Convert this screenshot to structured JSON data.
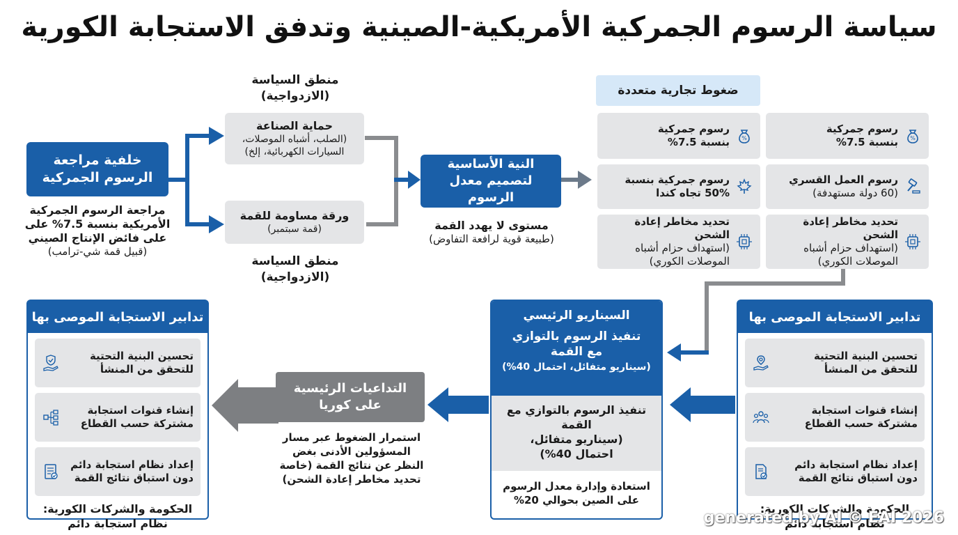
{
  "title": "سياسة الرسوم الجمركية الأمريكية-الصينية وتدفق الاستجابة الكورية",
  "background": {
    "box": "خلفية مراجعة الرسوم الجمركية",
    "desc_line1": "مراجعة الرسوم الجمركية",
    "desc_line2": "الأمريكية بنسبة 7.5% على",
    "desc_line3": "على فائض الإنتاج الصيني",
    "desc_line4": "(قبيل قمة شي-ترامب)"
  },
  "policy_logic_top": {
    "line1": "منطق السياسة",
    "line2": "(الازدواجية)"
  },
  "policy_logic_bottom": {
    "line1": "منطق السياسة",
    "line2": "(الازدواجية)"
  },
  "industry_protection": {
    "title": "حماية الصناعة",
    "line1": "(الصلب، أشباه الموصلات،",
    "line2": "السيارات الكهربائية، إلخ)"
  },
  "summit_card": {
    "title": "ورقة مساومة للقمة",
    "sub": "(قمة سبتمبر)"
  },
  "core_intent": {
    "box": "النية الأساسية لتصميم معدل الرسوم",
    "desc_line1": "مستوى لا يهدد القمة",
    "desc_line2": "(طبيعة قوية لرافعة التفاوض)"
  },
  "pressures": {
    "heading": "ضغوط تجارية متعددة",
    "items": [
      {
        "title": "رسوم جمركية",
        "sub": "بنسبة 7.5%",
        "icon": "money-bag-icon"
      },
      {
        "title": "رسوم جمركية",
        "sub": "بنسبة 7.5%",
        "icon": "money-bag-icon"
      },
      {
        "title": "رسوم العمل القسري",
        "sub": "(60 دولة مستهدفة)",
        "icon": "gavel-icon"
      },
      {
        "title": "رسوم جمركية بنسبة",
        "sub": "50% تجاه كندا",
        "icon": "maple-leaf-icon"
      },
      {
        "title": "تحديد مخاطر إعادة الشحن",
        "sub": "(استهداف حزام أشباه الموصلات الكوري)",
        "icon": "chip-icon"
      },
      {
        "title": "تحديد مخاطر إعادة الشحن",
        "sub": "(استهداف حزام أشباه الموصلات الكوري)",
        "icon": "chip-icon"
      }
    ]
  },
  "recommended_right": {
    "heading": "تدابير الاستجابة الموصى بها",
    "items": [
      {
        "label": "تحسين البنية التحتية للتحقق من المنشأ",
        "icon": "location-hand-icon"
      },
      {
        "label": "إنشاء قنوات استجابة مشتركة حسب القطاع",
        "icon": "people-group-icon"
      },
      {
        "label": "إعداد نظام استجابة دائم دون استباق نتائج القمة",
        "icon": "document-check-icon"
      }
    ],
    "footer_line1": "الحكومة والشركات الكورية:",
    "footer_line2": "نظام استجابة دائم"
  },
  "recommended_left": {
    "heading": "تدابير الاستجابة الموصى بها",
    "items": [
      {
        "label": "تحسين البنية التحتية للتحقق من المنشأ",
        "icon": "shield-check-hand-icon"
      },
      {
        "label": "إنشاء قنوات استجابة مشتركة حسب القطاع",
        "icon": "network-icon"
      },
      {
        "label": "إعداد نظام استجابة دائم دون استباق نتائج القمة",
        "icon": "checklist-icon"
      }
    ],
    "footer_line1": "الحكومة والشركات الكورية:",
    "footer_line2": "نظام استجابة دائم"
  },
  "main_scenario": {
    "heading": "السيناريو الرئيسي",
    "top_line1": "تنفيذ الرسوم بالتوازي",
    "top_line2": "مع القمة",
    "top_sub": "(سيناريو متفائل، احتمال 40%)",
    "mid_line1": "تنفيذ الرسوم بالتوازي مع",
    "mid_line2": "القمة",
    "mid_line3": "(سيناريو متفائل،",
    "mid_line4": "احتمال 40%)",
    "bottom_line1": "استعادة وإدارة معدل الرسوم",
    "bottom_line2": "على الصين بحوالي 20%"
  },
  "implications": {
    "arrow_line1": "التداعيات الرئيسية",
    "arrow_line2": "على كوريا",
    "desc_line1": "استمرار الضغوط عبر مسار",
    "desc_line2": "المسؤولين الأدنى بغض",
    "desc_line3": "النظر عن نتائج القمة (خاصة",
    "desc_line4": "تحديد مخاطر إعادة الشحن)"
  },
  "watermark": "generated by AI © EAI 2026",
  "colors": {
    "primary_blue": "#1a5fa8",
    "light_gray": "#e4e5e7",
    "dark_gray": "#7d7f82",
    "light_blue": "#d6e8f8"
  }
}
